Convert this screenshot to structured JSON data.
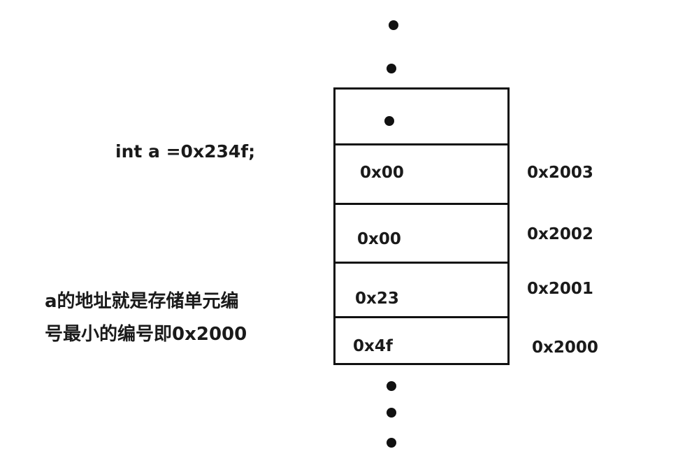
{
  "code_line": "int a =0x234f;",
  "note": {
    "line1": "a的地址就是存储单元编",
    "line2": "号最小的编号即0x2000"
  },
  "memory": {
    "cells": [
      {
        "value": "0x00",
        "address": "0x2003"
      },
      {
        "value": "0x00",
        "address": "0x2002"
      },
      {
        "value": "0x23",
        "address": "0x2001"
      },
      {
        "value": "0x4f",
        "address": "0x2000"
      }
    ]
  }
}
